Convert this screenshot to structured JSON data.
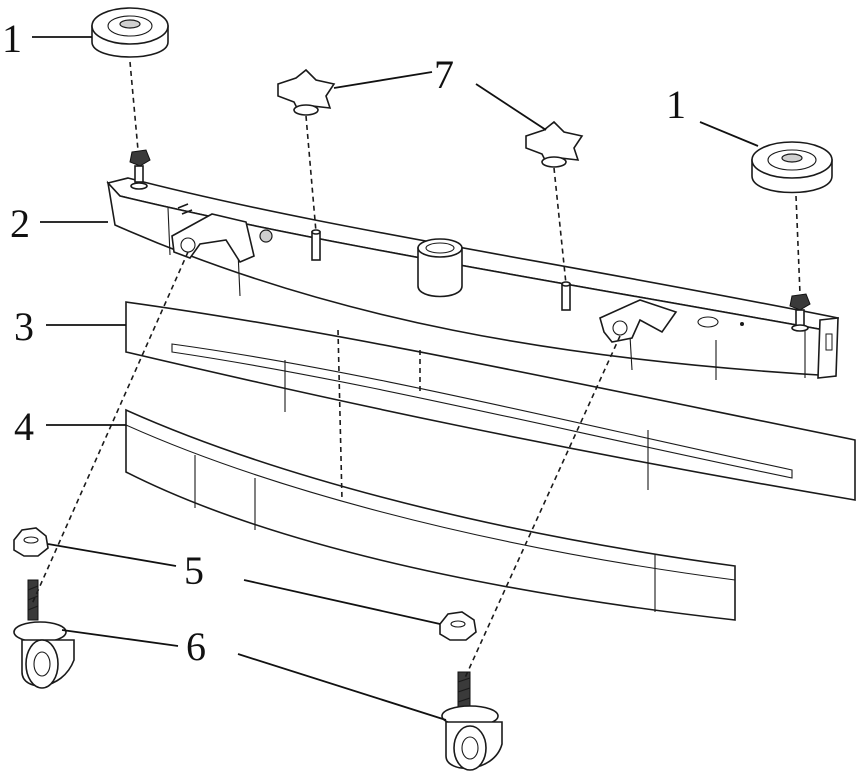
{
  "labels": {
    "part_1_left": "1",
    "part_1_right": "1",
    "part_2": "2",
    "part_3": "3",
    "part_4": "4",
    "part_5": "5",
    "part_6": "6",
    "part_7": "7"
  },
  "colors": {
    "line": "#1a1a1a",
    "background": "#ffffff"
  }
}
